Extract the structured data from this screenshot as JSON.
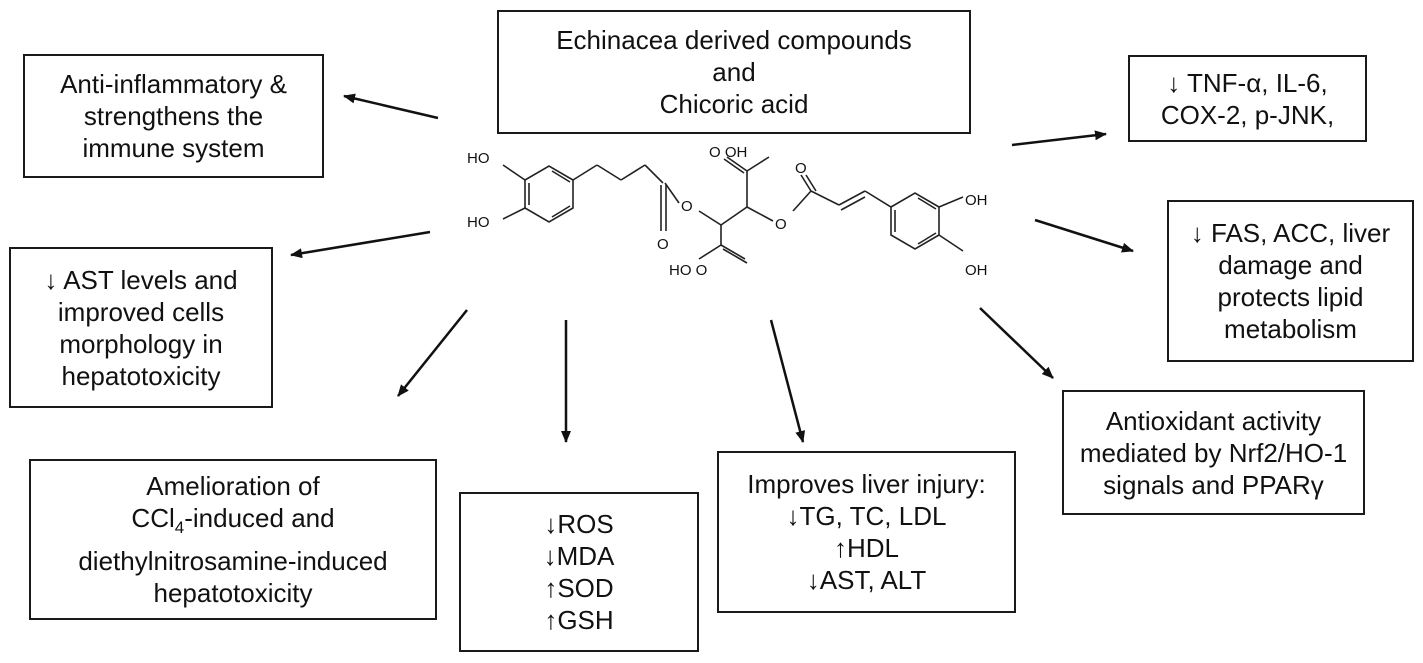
{
  "center": {
    "lines": [
      "Echinacea derived compounds",
      "and",
      "Chicoric acid"
    ]
  },
  "molecule": {
    "labels": {
      "ho1": "HO",
      "ho2": "HO",
      "cooh_top": "O OH",
      "ether1": "O",
      "ether2": "O",
      "carbonyl1": "O",
      "carbonyl2": "O",
      "cooh_bottom": "HO O",
      "oh_r1": "OH",
      "oh_r2": "OH"
    }
  },
  "boxes": {
    "anti_inflammatory": [
      "Anti-inflammatory &",
      "strengthens the",
      "immune system"
    ],
    "ast_levels": [
      "↓ AST levels and",
      "improved cells",
      "morphology in",
      "hepatotoxicity"
    ],
    "amelioration": {
      "line1": "Amelioration of",
      "line2_pre": "CCl",
      "line2_sub": "4",
      "line2_post": "-induced and",
      "line3": "diethylnitrosamine-induced",
      "line4": "hepatotoxicity"
    },
    "ros": [
      "↓ROS",
      "↓MDA",
      "↑SOD",
      "↑GSH"
    ],
    "liver_injury": [
      "Improves liver injury:",
      "↓TG, TC, LDL",
      "↑HDL",
      "↓AST, ALT"
    ],
    "antioxidant": [
      "Antioxidant activity",
      "mediated by Nrf2/HO-1",
      "signals and PPARγ"
    ],
    "fas": [
      "↓ FAS, ACC, liver",
      "damage and",
      "protects lipid",
      "metabolism"
    ],
    "tnf": [
      "↓ TNF-α, IL-6,",
      "COX-2, p-JNK,"
    ]
  }
}
